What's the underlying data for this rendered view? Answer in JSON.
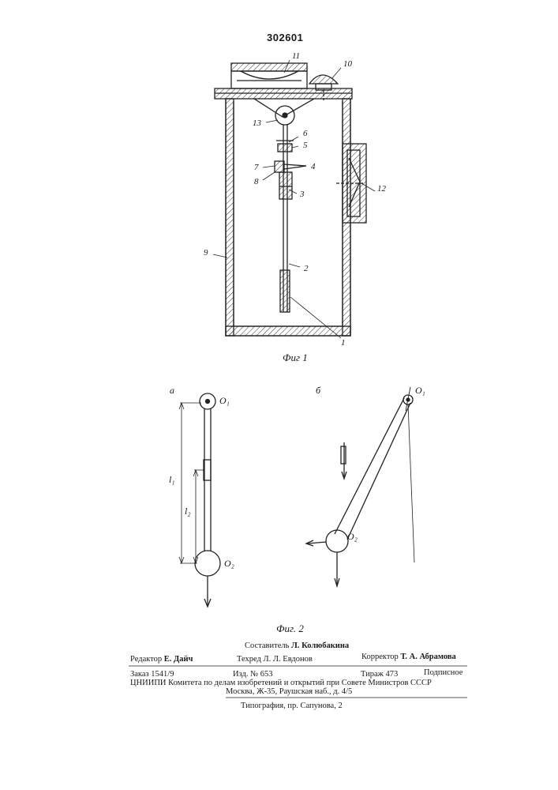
{
  "patent_number": "302601",
  "figure1": {
    "caption": "Фиг 1",
    "callouts": [
      "11",
      "10",
      "13",
      "6",
      "5",
      "7",
      "4",
      "8",
      "3",
      "12",
      "9",
      "2",
      "1"
    ]
  },
  "figure2": {
    "caption": "Фиг. 2",
    "panel_a": {
      "label": "а",
      "o1": "O₁",
      "o2": "O₂",
      "l1": "l₁",
      "l2": "l₂"
    },
    "panel_b": {
      "label": "б",
      "o1": "O₁",
      "o2": "O₂"
    }
  },
  "imprint": {
    "compiler_label": "Составитель",
    "compiler_name": "Л. Колюбакина",
    "editor_label": "Редактор",
    "editor_name": "Е. Дайч",
    "tech_editor_label": "Техред",
    "tech_editor_name": "Л. Л. Евдонов",
    "proofreader_label": "Корректор",
    "proofreader_name": "Т. А. Абрамова",
    "order": "Заказ 1541/9",
    "edition": "Изд. № 653",
    "print_run": "Тираж 473",
    "subscription": "Подписное",
    "publisher": "ЦНИИПИ Комитета по делам изобретений и открытий при Совете Министров СССР",
    "address": "Москва, Ж-35, Раушская наб., д. 4/5",
    "printer": "Типография, пр. Сапунова, 2"
  }
}
